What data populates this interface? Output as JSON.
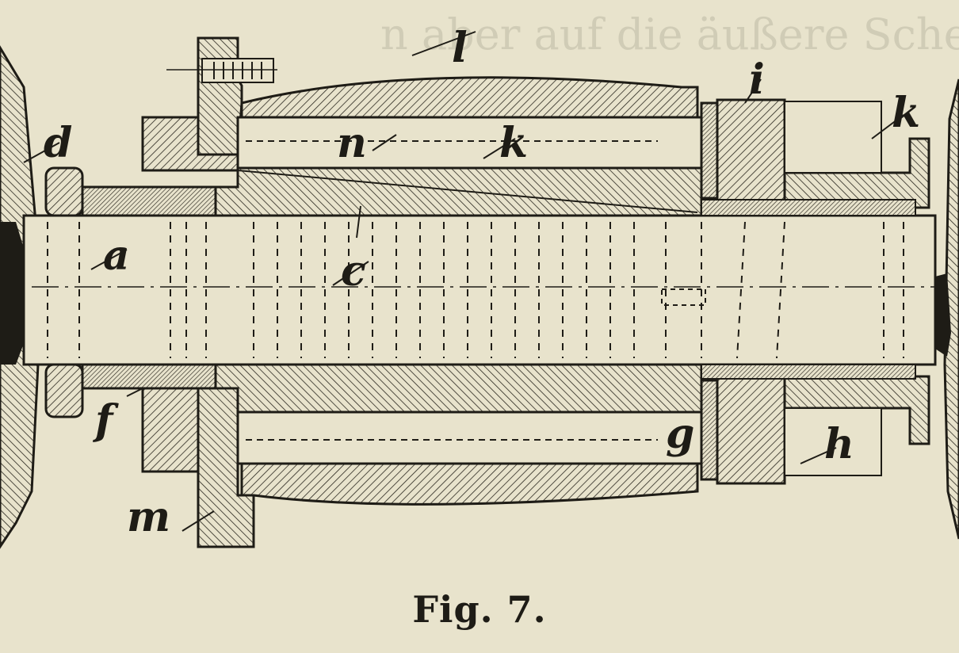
{
  "figure": {
    "caption": "Fig. 7.",
    "labels": {
      "a": "a",
      "c": "c",
      "d": "d",
      "f": "f",
      "g": "g",
      "h": "h",
      "i": "i",
      "k_upper": "k",
      "k_inner": "k",
      "l": "l",
      "m": "m",
      "n": "n"
    }
  }
}
